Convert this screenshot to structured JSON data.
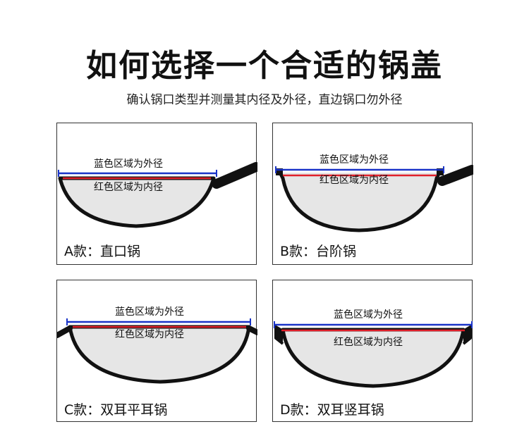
{
  "title": "如何选择一个合适的锅盖",
  "subtitle": "确认锅口类型并测量其内径及外径，直边锅口勿外径",
  "colors": {
    "outer_line": "#1a34c8",
    "inner_line": "#e0202a",
    "pot_fill": "#e6e6e6",
    "stroke": "#111111"
  },
  "panels": [
    {
      "id": "A",
      "outer_label": "蓝色区域为外径",
      "inner_label": "红色区域为内径",
      "caption": "A款：直口锅",
      "type": "straight-rim-single-handle"
    },
    {
      "id": "B",
      "outer_label": "蓝色区域为外径",
      "inner_label": "红色区域为内径",
      "caption": "B款：台阶锅",
      "type": "stepped-rim-single-handle"
    },
    {
      "id": "C",
      "outer_label": "蓝色区域为外径",
      "inner_label": "红色区域为内径",
      "caption": "C款：双耳平耳锅",
      "type": "flat-ears-double-handle"
    },
    {
      "id": "D",
      "outer_label": "蓝色区域为外径",
      "inner_label": "红色区域为内径",
      "caption": "D款：双耳竖耳锅",
      "type": "upright-ears-double-handle"
    }
  ]
}
